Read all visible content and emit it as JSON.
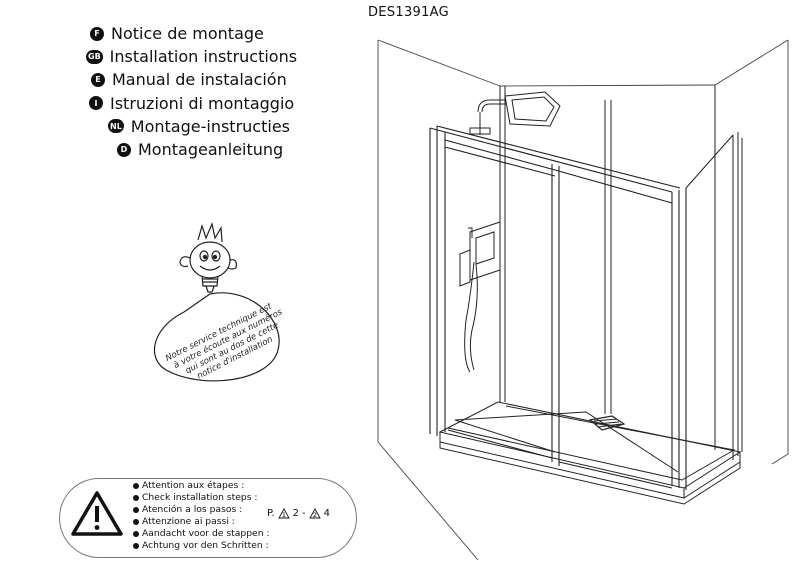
{
  "document": {
    "ref": "DES1391AG",
    "languages": [
      {
        "code": "F",
        "title": "Notice de montage"
      },
      {
        "code": "GB",
        "title": "Installation instructions"
      },
      {
        "code": "E",
        "title": "Manual de instalación"
      },
      {
        "code": "I",
        "title": "Istruzioni di montaggio"
      },
      {
        "code": "NL",
        "title": "Montage-instructies"
      },
      {
        "code": "D",
        "title": "Montageanleitung"
      }
    ],
    "mascot_text": [
      "Notre service technique est",
      "à votre écoute aux numéros",
      "qui sont au dos de cette",
      "notice d'installation"
    ],
    "attention": {
      "lines": [
        "Attention aux étapes :",
        "Check installation steps :",
        "Atención a los pasos :",
        "Attenzione ai passi :",
        "Aandacht voor de stappen :",
        "Achtung vor den Schritten :"
      ],
      "pages_prefix": "P.",
      "step_a_num": "1",
      "step_a_page": "2",
      "separator": "-",
      "step_b_num": "2",
      "step_b_page": "4"
    }
  }
}
